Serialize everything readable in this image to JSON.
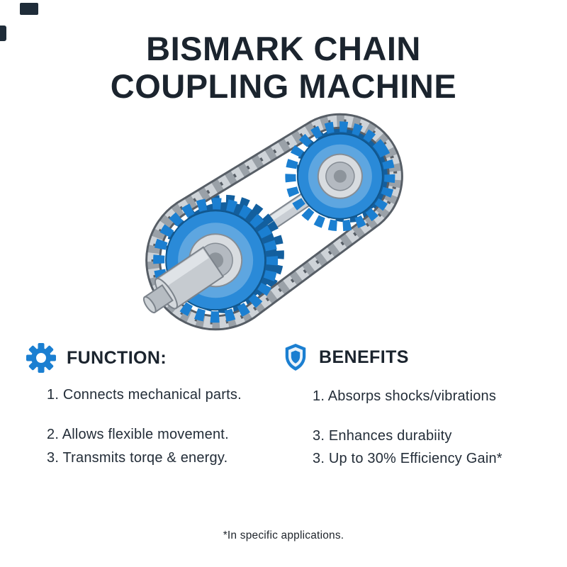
{
  "title": {
    "line1": "BISMARK CHAIN",
    "line2": "COUPLING MACHINE"
  },
  "function_col": {
    "heading": "FUNCTION:",
    "icon": "gear-icon",
    "items": [
      "1. Connects mechanical parts.",
      "2. Allows flexible movement.",
      "3. Transmits torqe & energy."
    ]
  },
  "benefits_col": {
    "heading": "BENEFITS",
    "icon": "shield-icon",
    "items": [
      "1. Absorps shocks/vibrations",
      "3. Enhances durabiity",
      "3. Up to 30% Efficiency Gain*"
    ]
  },
  "footnote": "*In specific applications.",
  "illustration": {
    "subject": "bismark chain coupling machine"
  },
  "colors": {
    "accent_blue": "#1b7fd1",
    "dark_blue": "#135f9e",
    "dark_text": "#1b242e",
    "chain_gray": "#9aa1a8",
    "shaft_gray": "#c6cbd0"
  }
}
